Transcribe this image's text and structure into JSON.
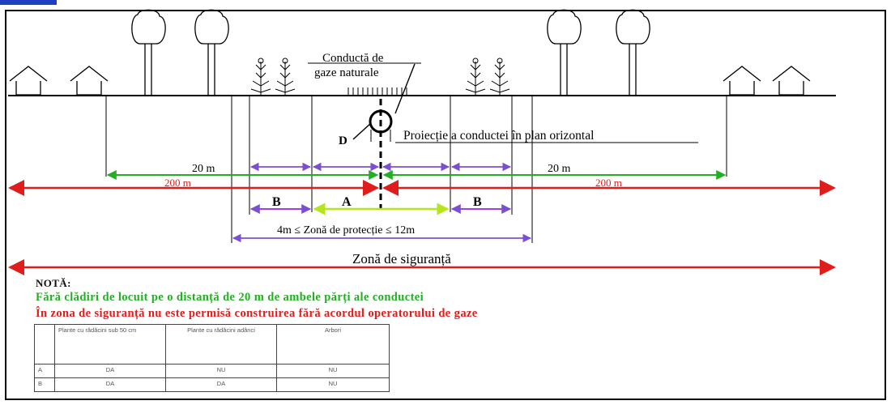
{
  "labels": {
    "pipe_title_line1": "Conductă de",
    "pipe_title_line2": "gaze naturale",
    "diameter": "D",
    "projection": "Proiecție a conductei în plan orizontal",
    "dist_20m_left": "20 m",
    "dist_20m_right": "20 m",
    "dist_200m_left": "200 m",
    "dist_200m_right": "200 m",
    "zone_a": "A",
    "zone_b_left": "B",
    "zone_b_right": "B",
    "protection_zone": "4m ≤ Zonă de protecție ≤ 12m",
    "safety_zone": "Zonă de siguranță"
  },
  "notes": {
    "title": "NOTĂ:",
    "green": "Fără clădiri de locuit pe o distanță de 20 m de ambele părți ale conductei",
    "red": "În zona de siguranță nu este permisă construirea fără acordul operatorului de gaze"
  },
  "table": {
    "headers": [
      "",
      "Plante cu rădăcini sub 50 cm",
      "Plante cu rădăcini adânci",
      "Arbori"
    ],
    "rows": [
      [
        "A",
        "DA",
        "NU",
        "NU"
      ],
      [
        "B",
        "DA",
        "DA",
        "NU"
      ]
    ]
  },
  "colors": {
    "red": "#e01c1c",
    "green": "#22b022",
    "purple": "#7b4fd1",
    "lime": "#b5e61d"
  }
}
